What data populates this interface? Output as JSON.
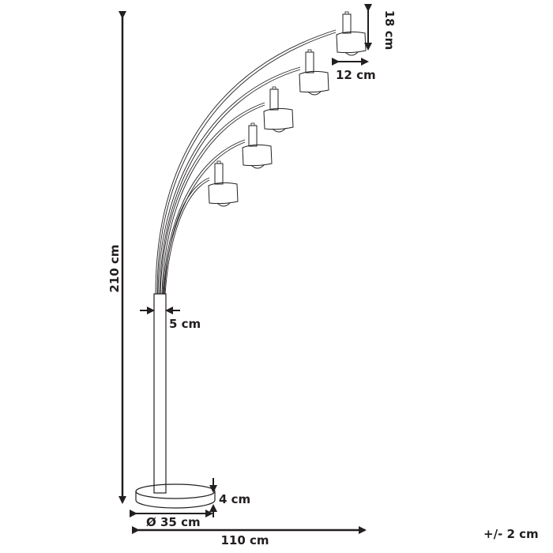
{
  "diagram": {
    "subject": "5-arm arc floor lamp",
    "colors": {
      "line": "#231f20",
      "background": "#ffffff"
    },
    "dimensions": {
      "total_height": "210 cm",
      "total_width": "110 cm",
      "pole_diameter": "5 cm",
      "base_diameter": "Ø 35 cm",
      "base_height": "4 cm",
      "shade_height": "18 cm",
      "shade_width": "12 cm"
    },
    "tolerance": "+/- 2 cm",
    "lamp_heads": 5
  }
}
